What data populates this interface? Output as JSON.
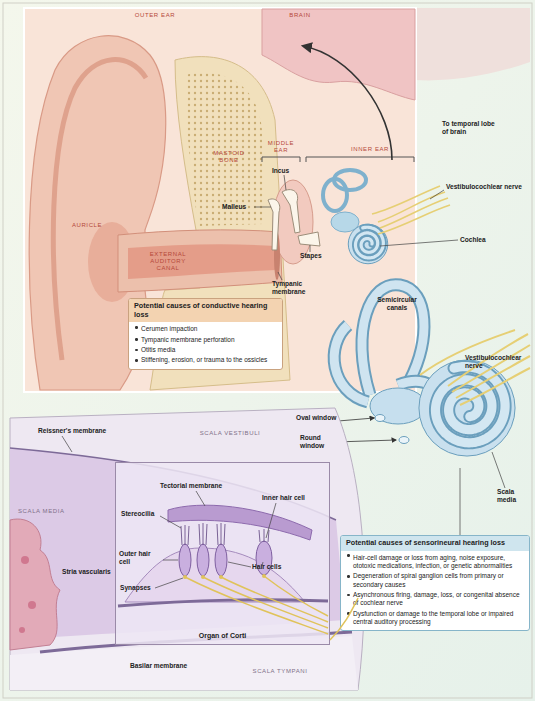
{
  "diagram": {
    "nodes": [
      {
        "text": [
          "Potential causes of conductive hearing loss",
          "Cerumen impaction",
          "Tympanic membrane perforation",
          "Otitis media",
          "Stiffening, erosion, or trauma to the ossicles"
        ]
      },
      {
        "text": [
          "Organ of Corti"
        ]
      },
      {
        "text": [
          "Potential causes of sensorineural hearing loss",
          "Hair-cell damage or loss from aging, noise exposure, ototoxic medications, infection, or genetic abnormalities",
          "Degeneration of spiral ganglion cells from primary or secondary causes",
          "Asynchronous firing, damage, loss, or congenital absence of cochlear nerve",
          "Dysfunction or damage to the temporal lobe or impaired central auditory processing"
        ]
      }
    ],
    "labels": [
      "OUTER EAR",
      "BRAIN",
      "MASTOID BONE",
      "MIDDLE EAR",
      "INNER EAR",
      "To temporal lobe of brain",
      "Incus",
      "Vestibulocochlear nerve",
      "Malleus",
      "AURICLE",
      "EXTERNAL AUDITORY CANAL",
      "Cochlea",
      "Stapes",
      "Tympanic membrane",
      "Semicircular canals",
      "Vestibulocochlear nerve",
      "Oval window",
      "Round window",
      "Reissner's membrane",
      "SCALA VESTIBULI",
      "Tectorial membrane",
      "Inner hair cell",
      "Stereocilia",
      "SCALA MEDIA",
      "Hair cells",
      "Outer hair cell",
      "Scala media",
      "Synapses",
      "Stria vascularis",
      "Basilar membrane",
      "SCALA TYMPANI"
    ]
  }
}
